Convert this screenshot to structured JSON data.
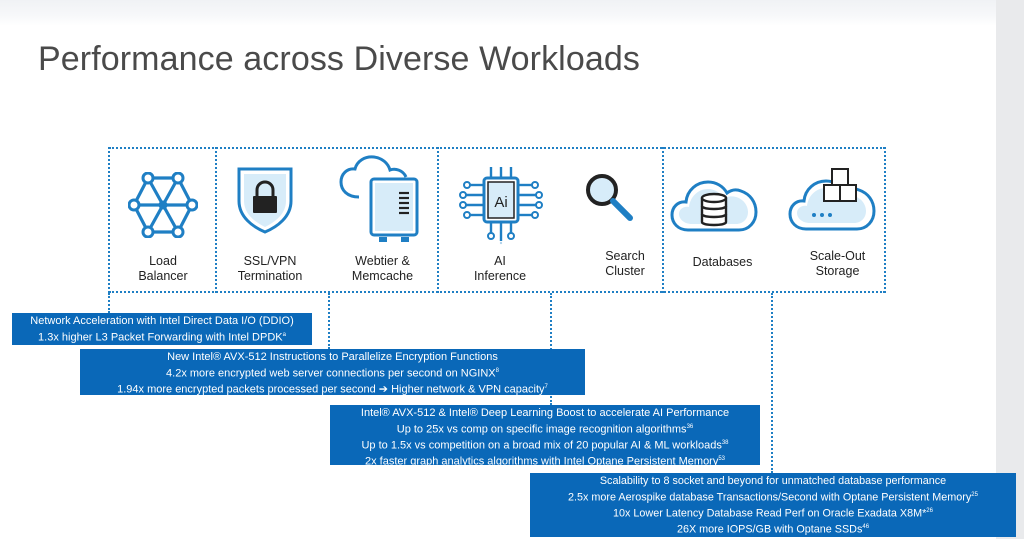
{
  "title": "Performance across Diverse Workloads",
  "workloads": [
    {
      "name": "load-balancer",
      "line1": "Load",
      "line2": "Balancer",
      "icon": "network-hexagon-icon"
    },
    {
      "name": "ssl-vpn",
      "line1": "SSL/VPN",
      "line2": "Termination",
      "icon": "shield-lock-icon"
    },
    {
      "name": "webtier",
      "line1": "Webtier &",
      "line2": "Memcache",
      "icon": "cloud-server-icon"
    },
    {
      "name": "ai-inference",
      "line1": "AI",
      "line2": "Inference",
      "icon": "ai-chip-icon"
    },
    {
      "name": "search-cluster",
      "line1": "Search",
      "line2": "Cluster",
      "icon": "search-icon"
    },
    {
      "name": "databases",
      "line1": "Databases",
      "line2": "",
      "icon": "cloud-database-icon"
    },
    {
      "name": "scale-out-storage",
      "line1": "Scale-Out",
      "line2": "Storage",
      "icon": "cloud-cubes-icon"
    }
  ],
  "callouts": [
    {
      "name": "network-callout",
      "lines": [
        {
          "text": "Network Acceleration with Intel Direct Data I/O (DDIO)",
          "sup": ""
        },
        {
          "text": "1.3x higher L3 Packet Forwarding with Intel DPDK",
          "sup": "a"
        }
      ]
    },
    {
      "name": "encryption-callout",
      "lines": [
        {
          "text": "New Intel® AVX-512 Instructions to Parallelize Encryption Functions",
          "sup": ""
        },
        {
          "text": "4.2x more encrypted web server connections per second on NGINX",
          "sup": "8"
        },
        {
          "text": "1.94x more encrypted packets processed per second ➔ Higher network & VPN capacity",
          "sup": "7"
        }
      ]
    },
    {
      "name": "ai-callout",
      "lines": [
        {
          "text": "Intel® AVX-512 & Intel® Deep Learning Boost to accelerate AI Performance",
          "sup": ""
        },
        {
          "text": "Up to 25x vs comp on specific image recognition algorithms",
          "sup": "36"
        },
        {
          "text": "Up to 1.5x vs competition on a broad mix of 20 popular AI & ML workloads",
          "sup": "38"
        },
        {
          "text": "2x faster graph analytics algorithms with Intel Optane Persistent Memory",
          "sup": "53"
        }
      ]
    },
    {
      "name": "database-callout",
      "lines": [
        {
          "text": "Scalability to 8 socket and beyond for unmatched database performance",
          "sup": ""
        },
        {
          "text": "2.5x more Aerospike database Transactions/Second with Optane Persistent Memory",
          "sup": "25"
        },
        {
          "text": "10x Lower Latency Database Read Perf on Oracle Exadata X8M*",
          "sup": "26"
        },
        {
          "text": "26X more IOPS/GB with Optane SSDs",
          "sup": "46"
        }
      ]
    }
  ],
  "colors": {
    "accent": "#1f7fc4",
    "callout_bg": "#0a68b8",
    "text": "#222222",
    "title": "#4a4a4a"
  }
}
